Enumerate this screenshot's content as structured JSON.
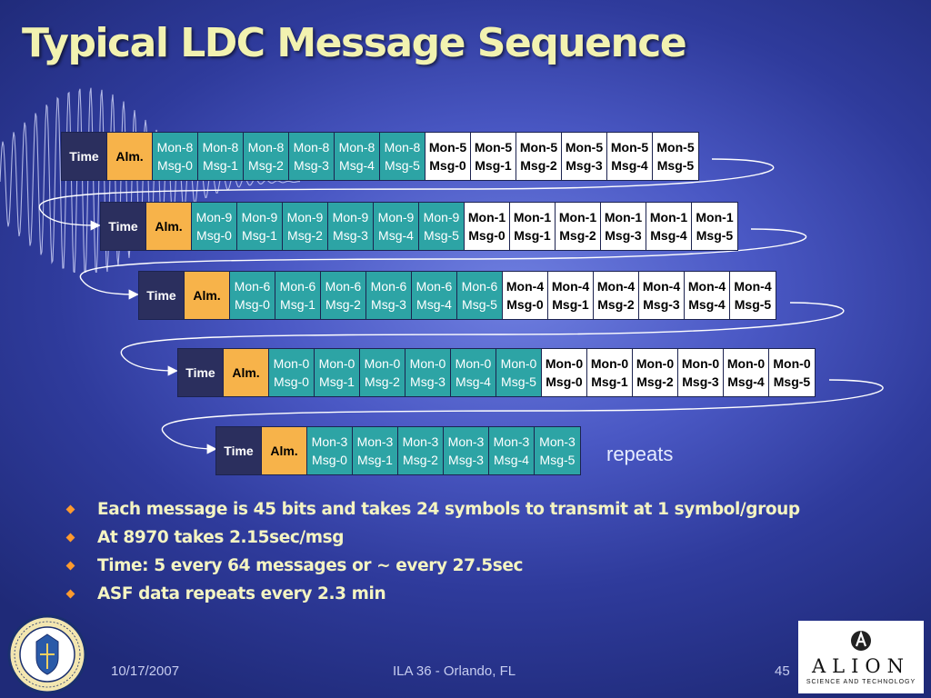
{
  "title": "Typical LDC Message Sequence",
  "colors": {
    "time_cell": "#2b2f5e",
    "alm_cell": "#f7b34a",
    "teal_cell": "#2da4a5",
    "white_cell": "#ffffff",
    "title_text": "#f2f2b0",
    "bullet_diamond": "#ff9a2e"
  },
  "sequence": {
    "time_label": "Time",
    "alm_label": "Alm.",
    "rows": [
      {
        "cells": [
          {
            "mon": "Mon-8",
            "msg": "Msg-0",
            "style": "teal"
          },
          {
            "mon": "Mon-8",
            "msg": "Msg-1",
            "style": "teal"
          },
          {
            "mon": "Mon-8",
            "msg": "Msg-2",
            "style": "teal"
          },
          {
            "mon": "Mon-8",
            "msg": "Msg-3",
            "style": "teal"
          },
          {
            "mon": "Mon-8",
            "msg": "Msg-4",
            "style": "teal"
          },
          {
            "mon": "Mon-8",
            "msg": "Msg-5",
            "style": "teal"
          },
          {
            "mon": "Mon-5",
            "msg": "Msg-0",
            "style": "white"
          },
          {
            "mon": "Mon-5",
            "msg": "Msg-1",
            "style": "white"
          },
          {
            "mon": "Mon-5",
            "msg": "Msg-2",
            "style": "white"
          },
          {
            "mon": "Mon-5",
            "msg": "Msg-3",
            "style": "white"
          },
          {
            "mon": "Mon-5",
            "msg": "Msg-4",
            "style": "white"
          },
          {
            "mon": "Mon-5",
            "msg": "Msg-5",
            "style": "white"
          }
        ]
      },
      {
        "cells": [
          {
            "mon": "Mon-9",
            "msg": "Msg-0",
            "style": "teal"
          },
          {
            "mon": "Mon-9",
            "msg": "Msg-1",
            "style": "teal"
          },
          {
            "mon": "Mon-9",
            "msg": "Msg-2",
            "style": "teal"
          },
          {
            "mon": "Mon-9",
            "msg": "Msg-3",
            "style": "teal"
          },
          {
            "mon": "Mon-9",
            "msg": "Msg-4",
            "style": "teal"
          },
          {
            "mon": "Mon-9",
            "msg": "Msg-5",
            "style": "teal"
          },
          {
            "mon": "Mon-1",
            "msg": "Msg-0",
            "style": "white"
          },
          {
            "mon": "Mon-1",
            "msg": "Msg-1",
            "style": "white"
          },
          {
            "mon": "Mon-1",
            "msg": "Msg-2",
            "style": "white"
          },
          {
            "mon": "Mon-1",
            "msg": "Msg-3",
            "style": "white"
          },
          {
            "mon": "Mon-1",
            "msg": "Msg-4",
            "style": "white"
          },
          {
            "mon": "Mon-1",
            "msg": "Msg-5",
            "style": "white"
          }
        ]
      },
      {
        "cells": [
          {
            "mon": "Mon-6",
            "msg": "Msg-0",
            "style": "teal"
          },
          {
            "mon": "Mon-6",
            "msg": "Msg-1",
            "style": "teal"
          },
          {
            "mon": "Mon-6",
            "msg": "Msg-2",
            "style": "teal"
          },
          {
            "mon": "Mon-6",
            "msg": "Msg-3",
            "style": "teal"
          },
          {
            "mon": "Mon-6",
            "msg": "Msg-4",
            "style": "teal"
          },
          {
            "mon": "Mon-6",
            "msg": "Msg-5",
            "style": "teal"
          },
          {
            "mon": "Mon-4",
            "msg": "Msg-0",
            "style": "white"
          },
          {
            "mon": "Mon-4",
            "msg": "Msg-1",
            "style": "white"
          },
          {
            "mon": "Mon-4",
            "msg": "Msg-2",
            "style": "white"
          },
          {
            "mon": "Mon-4",
            "msg": "Msg-3",
            "style": "white"
          },
          {
            "mon": "Mon-4",
            "msg": "Msg-4",
            "style": "white"
          },
          {
            "mon": "Mon-4",
            "msg": "Msg-5",
            "style": "white"
          }
        ]
      },
      {
        "cells": [
          {
            "mon": "Mon-0",
            "msg": "Msg-0",
            "style": "teal"
          },
          {
            "mon": "Mon-0",
            "msg": "Msg-1",
            "style": "teal"
          },
          {
            "mon": "Mon-0",
            "msg": "Msg-2",
            "style": "teal"
          },
          {
            "mon": "Mon-0",
            "msg": "Msg-3",
            "style": "teal"
          },
          {
            "mon": "Mon-0",
            "msg": "Msg-4",
            "style": "teal"
          },
          {
            "mon": "Mon-0",
            "msg": "Msg-5",
            "style": "teal"
          },
          {
            "mon": "Mon-0",
            "msg": "Msg-0",
            "style": "white"
          },
          {
            "mon": "Mon-0",
            "msg": "Msg-1",
            "style": "white"
          },
          {
            "mon": "Mon-0",
            "msg": "Msg-2",
            "style": "white"
          },
          {
            "mon": "Mon-0",
            "msg": "Msg-3",
            "style": "white"
          },
          {
            "mon": "Mon-0",
            "msg": "Msg-4",
            "style": "white"
          },
          {
            "mon": "Mon-0",
            "msg": "Msg-5",
            "style": "white"
          }
        ]
      },
      {
        "cells": [
          {
            "mon": "Mon-3",
            "msg": "Msg-0",
            "style": "teal"
          },
          {
            "mon": "Mon-3",
            "msg": "Msg-1",
            "style": "teal"
          },
          {
            "mon": "Mon-3",
            "msg": "Msg-2",
            "style": "teal"
          },
          {
            "mon": "Mon-3",
            "msg": "Msg-3",
            "style": "teal"
          },
          {
            "mon": "Mon-3",
            "msg": "Msg-4",
            "style": "teal"
          },
          {
            "mon": "Mon-3",
            "msg": "Msg-5",
            "style": "teal"
          }
        ]
      }
    ],
    "repeats_label": "repeats"
  },
  "bullets": [
    "Each message is 45 bits and takes 24 symbols to transmit at 1 symbol/group",
    "At 8970 takes 2.15sec/msg",
    "Time: 5 every 64 messages or ~ every 27.5sec",
    "ASF data repeats every 2.3 min"
  ],
  "footer": {
    "date": "10/17/2007",
    "event": "ILA 36 - Orlando, FL",
    "page_number": "45"
  },
  "seal": {
    "text_top": "UNITED STATES COAST GUARD",
    "text_bottom": "ACADEMY"
  },
  "logo": {
    "name": "ALION",
    "tagline": "SCIENCE AND TECHNOLOGY"
  }
}
